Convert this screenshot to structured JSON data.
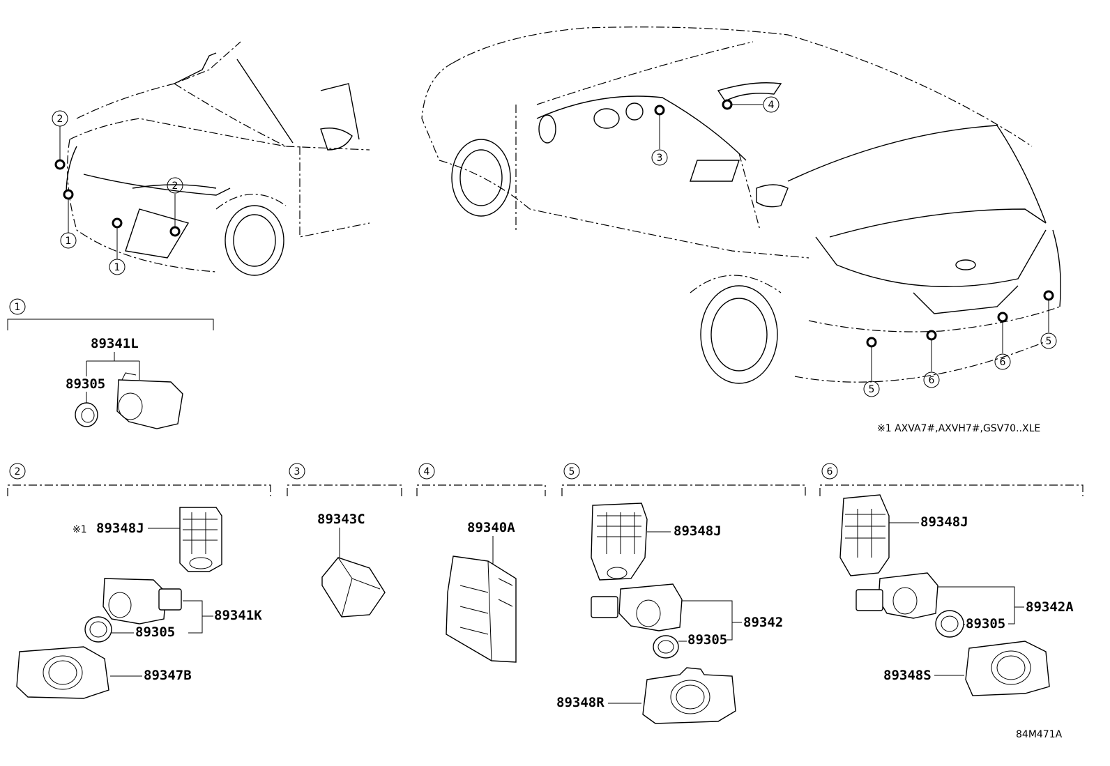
{
  "callouts": {
    "c1": "1",
    "c2": "2",
    "c3": "3",
    "c4": "4",
    "c5": "5",
    "c6": "6"
  },
  "groups": {
    "g1": {
      "number": "1",
      "parts": [
        "89341L",
        "89305"
      ]
    },
    "g2": {
      "number": "2",
      "note_mark": "※1",
      "parts": [
        "89348J",
        "89341K",
        "89305",
        "89347B"
      ]
    },
    "g3": {
      "number": "3",
      "parts": [
        "89343C"
      ]
    },
    "g4": {
      "number": "4",
      "parts": [
        "89340A"
      ]
    },
    "g5": {
      "number": "5",
      "parts": [
        "89348J",
        "89342",
        "89305",
        "89348R"
      ]
    },
    "g6": {
      "number": "6",
      "parts": [
        "89348J",
        "89342A",
        "89305",
        "89348S"
      ]
    }
  },
  "footnote": "※1 AXVA7#,AXVH7#,GSV70..XLE",
  "diagram_code": "84M471A",
  "icons": {
    "sensor_location": "sensor-location-icon",
    "callout_circle": "callout-circle-icon"
  }
}
